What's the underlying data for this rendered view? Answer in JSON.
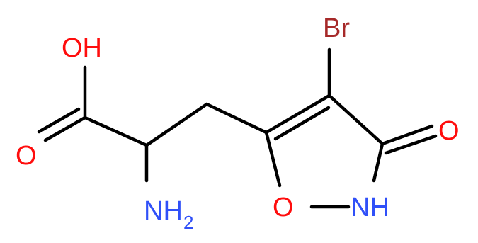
{
  "molecule": {
    "atoms": {
      "OH": {
        "text": "OH",
        "color": "#ff0d0d"
      },
      "O_carbonyl_acid": {
        "text": "O",
        "color": "#ff0d0d"
      },
      "NH2": {
        "text": "NH",
        "sub": "2",
        "color": "#3050f8"
      },
      "Br": {
        "text": "Br",
        "color": "#a62929"
      },
      "O_keto": {
        "text": "O",
        "color": "#ff0d0d"
      },
      "O_ring": {
        "text": "O",
        "color": "#ff0d0d"
      },
      "NH_ring": {
        "text": "NH",
        "color": "#3050f8"
      }
    },
    "bond_color": "#000000",
    "background": "#ffffff"
  }
}
